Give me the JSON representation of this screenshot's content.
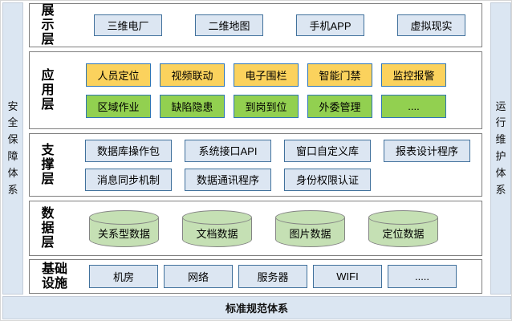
{
  "frame": {
    "left_sidebar": "安全保障体系",
    "right_sidebar": "运行维护体系",
    "bottom_bar": "标准规范体系"
  },
  "layers": [
    {
      "label": "展示层",
      "rows": [
        {
          "style": "blue",
          "items": [
            "三维电厂",
            "二维地图",
            "手机APP",
            "虚拟现实"
          ]
        }
      ]
    },
    {
      "label": "应用层",
      "rows": [
        {
          "style": "yellow",
          "items": [
            "人员定位",
            "视频联动",
            "电子围栏",
            "智能门禁",
            "监控报警"
          ]
        },
        {
          "style": "green",
          "items": [
            "区域作业",
            "缺陷隐患",
            "到岗到位",
            "外委管理",
            "...."
          ]
        }
      ]
    },
    {
      "label": "支撑层",
      "rows": [
        {
          "style": "blue",
          "items": [
            "数据库操作包",
            "系统接口API",
            "窗口自定义库",
            "报表设计程序"
          ]
        },
        {
          "style": "blue",
          "items": [
            "消息同步机制",
            "数据通讯程序",
            "身份权限认证"
          ]
        }
      ]
    },
    {
      "label": "数据层",
      "rows": [
        {
          "style": "cylinder",
          "items": [
            "关系型数据",
            "文档数据",
            "图片数据",
            "定位数据"
          ]
        }
      ]
    },
    {
      "label": "基础设施",
      "rows": [
        {
          "style": "blue",
          "items": [
            "机房",
            "网络",
            "服务器",
            "WIFI",
            "....."
          ]
        }
      ]
    }
  ],
  "colors": {
    "panel_bg": "#ffffff",
    "panel_border": "#7f7f7f",
    "frame_strip_bg": "#dbe6f2",
    "blue_box_bg": "#dce6f2",
    "blue_box_border": "#41719c",
    "yellow_box_bg": "#fbd25d",
    "green_box_bg": "#92d050",
    "colored_box_border": "#2e75b6",
    "cylinder_bg": "#c5e0b4",
    "cylinder_border": "#848484"
  }
}
